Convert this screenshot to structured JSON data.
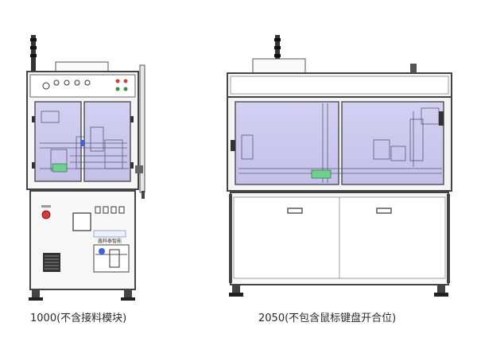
{
  "captions": {
    "machine_small": "1000(不含接料模块)",
    "machine_large": "2050(不包含鼠标键盘开合位)"
  },
  "machine_small": {
    "panel_logo": "鑫科泰智能"
  },
  "colors": {
    "window_tint": "#c9c6ec",
    "frame": "#555555",
    "line": "#333333",
    "green_part": "#6fcf8f",
    "red_button": "#d63a3a",
    "blue_part": "#3b63d9"
  }
}
